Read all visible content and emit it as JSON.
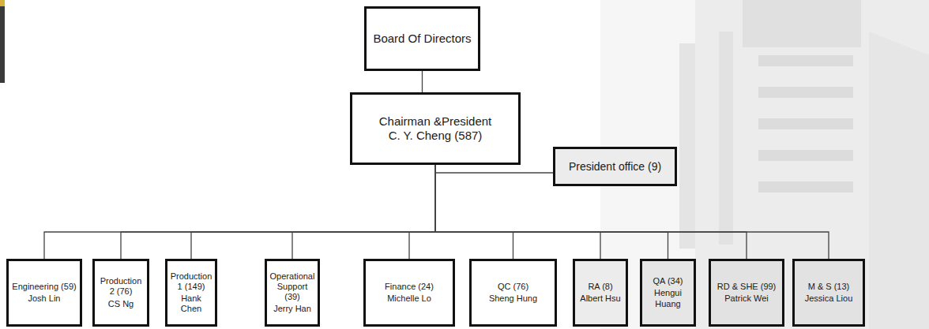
{
  "diagram": {
    "nodes": [
      {
        "text": [
          "Board Of Directors"
        ]
      },
      {
        "text": [
          "Chairman &President",
          "C. Y. Cheng (587)"
        ]
      },
      {
        "text": [
          "President office (9)"
        ]
      },
      {
        "text": [
          "Engineering (59)",
          "Josh Lin"
        ]
      },
      {
        "text": [
          "Production 2 (76)",
          "CS Ng"
        ]
      },
      {
        "text": [
          "Production 1 (149)",
          "Hank Chen"
        ]
      },
      {
        "text": [
          "Operational Support (39)",
          "Jerry Han"
        ]
      },
      {
        "text": [
          "Finance (24)",
          "Michelle Lo"
        ]
      },
      {
        "text": [
          "QC (76)",
          "Sheng Hung"
        ]
      },
      {
        "text": [
          "RA (8)",
          "Albert Hsu"
        ]
      },
      {
        "text": [
          "QA (34)",
          "Hengui Huang"
        ]
      },
      {
        "text": [
          "RD & SHE (99)",
          "Patrick Wei"
        ]
      },
      {
        "text": [
          "M & S (13)",
          "Jessica Liou"
        ]
      }
    ],
    "edges": [
      {
        "from": 0,
        "to": 1,
        "arrow": "none"
      },
      {
        "from": 1,
        "to": 2,
        "arrow": "none"
      },
      {
        "from": 1,
        "to": 3,
        "arrow": "none"
      },
      {
        "from": 1,
        "to": 4,
        "arrow": "none"
      },
      {
        "from": 1,
        "to": 5,
        "arrow": "none"
      },
      {
        "from": 1,
        "to": 6,
        "arrow": "none"
      },
      {
        "from": 1,
        "to": 7,
        "arrow": "none"
      },
      {
        "from": 1,
        "to": 8,
        "arrow": "none"
      },
      {
        "from": 1,
        "to": 9,
        "arrow": "none"
      },
      {
        "from": 1,
        "to": 10,
        "arrow": "none"
      },
      {
        "from": 1,
        "to": 11,
        "arrow": "none"
      },
      {
        "from": 1,
        "to": 12,
        "arrow": "none"
      }
    ]
  }
}
